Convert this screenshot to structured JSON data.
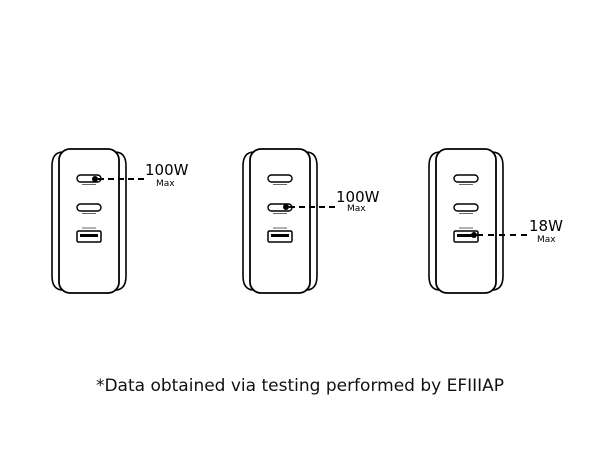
{
  "chargers": [
    {
      "highlight": "usb-c-1",
      "power": "100W",
      "limit": "Max"
    },
    {
      "highlight": "usb-c-2",
      "power": "100W",
      "limit": "Max"
    },
    {
      "highlight": "usb-a",
      "power": "18W",
      "limit": "Max"
    }
  ],
  "footnote": "*Data obtained via testing performed by EFIIIAP",
  "colors": {
    "ink": "#000000",
    "background": "#ffffff"
  }
}
